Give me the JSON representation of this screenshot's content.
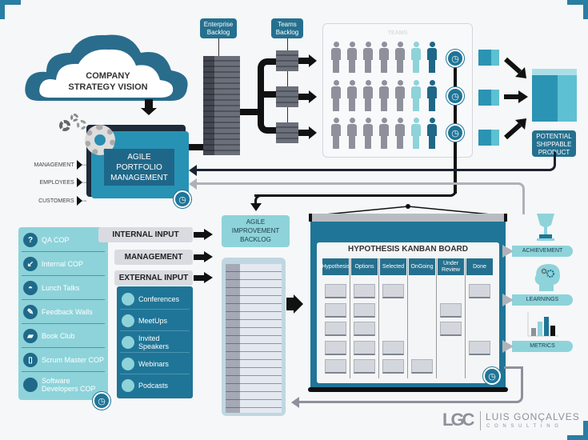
{
  "cloud": {
    "line1": "COMPANY",
    "line2": "STRATEGY VISION"
  },
  "portfolio": {
    "line1": "AGILE",
    "line2": "PORTFOLIO",
    "line3": "MANAGEMENT"
  },
  "stakeholders": [
    "MANAGEMENT",
    "EMPLOYEES",
    "CUSTOMERS"
  ],
  "enterprise_backlog": {
    "line1": "Enterprise",
    "line2": "Backlog"
  },
  "teams_backlog": {
    "line1": "Teams",
    "line2": "Backlog"
  },
  "teams": {
    "title": "TEAMS",
    "rows": 3,
    "people_per_row": 7
  },
  "product": {
    "line1": "POTENTIAL",
    "line2": "SHIPPABLE",
    "line3": "PRODUCT"
  },
  "improvement_backlog": {
    "line1": "AGILE",
    "line2": "IMPROVEMENT",
    "line3": "BACKLOG"
  },
  "inputs": {
    "internal": "INTERNAL INPUT",
    "management": "MANAGEMENT",
    "external": "EXTERNAL INPUT"
  },
  "internal_items": [
    {
      "label": "QA COP",
      "icon": "question-icon"
    },
    {
      "label": "Internal COP",
      "icon": "arrow-in-icon"
    },
    {
      "label": "Lunch Talks",
      "icon": "cloche-icon"
    },
    {
      "label": "Feedback Walls",
      "icon": "pen-icon"
    },
    {
      "label": "Book Club",
      "icon": "book-icon"
    },
    {
      "label": "Scrum Master COP",
      "icon": "tablet-icon"
    },
    {
      "label": "Software Developers COP",
      "icon": "code-icon"
    }
  ],
  "external_items": [
    {
      "label": "Conferences",
      "icon": "speech-bubble-icon"
    },
    {
      "label": "MeetUps",
      "icon": "handshake-icon"
    },
    {
      "label": "Invited Speakers",
      "icon": "microphone-icon"
    },
    {
      "label": "Webinars",
      "icon": "laptop-icon"
    },
    {
      "label": "Podcasts",
      "icon": "podcast-icon"
    }
  ],
  "kanban": {
    "title": "HYPOTHESIS KANBAN BOARD",
    "columns": [
      {
        "label": "Hypothesis",
        "cards": [
          1,
          1,
          1,
          1,
          1
        ]
      },
      {
        "label": "Options",
        "cards": [
          1,
          1,
          1,
          1,
          1
        ]
      },
      {
        "label": "Selected",
        "cards": [
          1,
          0,
          0,
          1,
          1
        ]
      },
      {
        "label": "OnGoing",
        "cards": [
          0,
          0,
          0,
          0,
          1
        ]
      },
      {
        "label": "Under Review",
        "cards": [
          0,
          1,
          1,
          0,
          0
        ]
      },
      {
        "label": "Done",
        "cards": [
          1,
          0,
          0,
          1,
          0
        ]
      }
    ]
  },
  "outcomes": [
    "ACHIEVEMENT",
    "LEARNINGS",
    "METRICS"
  ],
  "logo": {
    "mark": "LGC",
    "name": "LUIS GONÇALVES",
    "sub": "C O N S U L T I N G"
  },
  "colors": {
    "dark_blue": "#1f7597",
    "light_teal": "#8ed3da",
    "grey": "#8e919b"
  }
}
